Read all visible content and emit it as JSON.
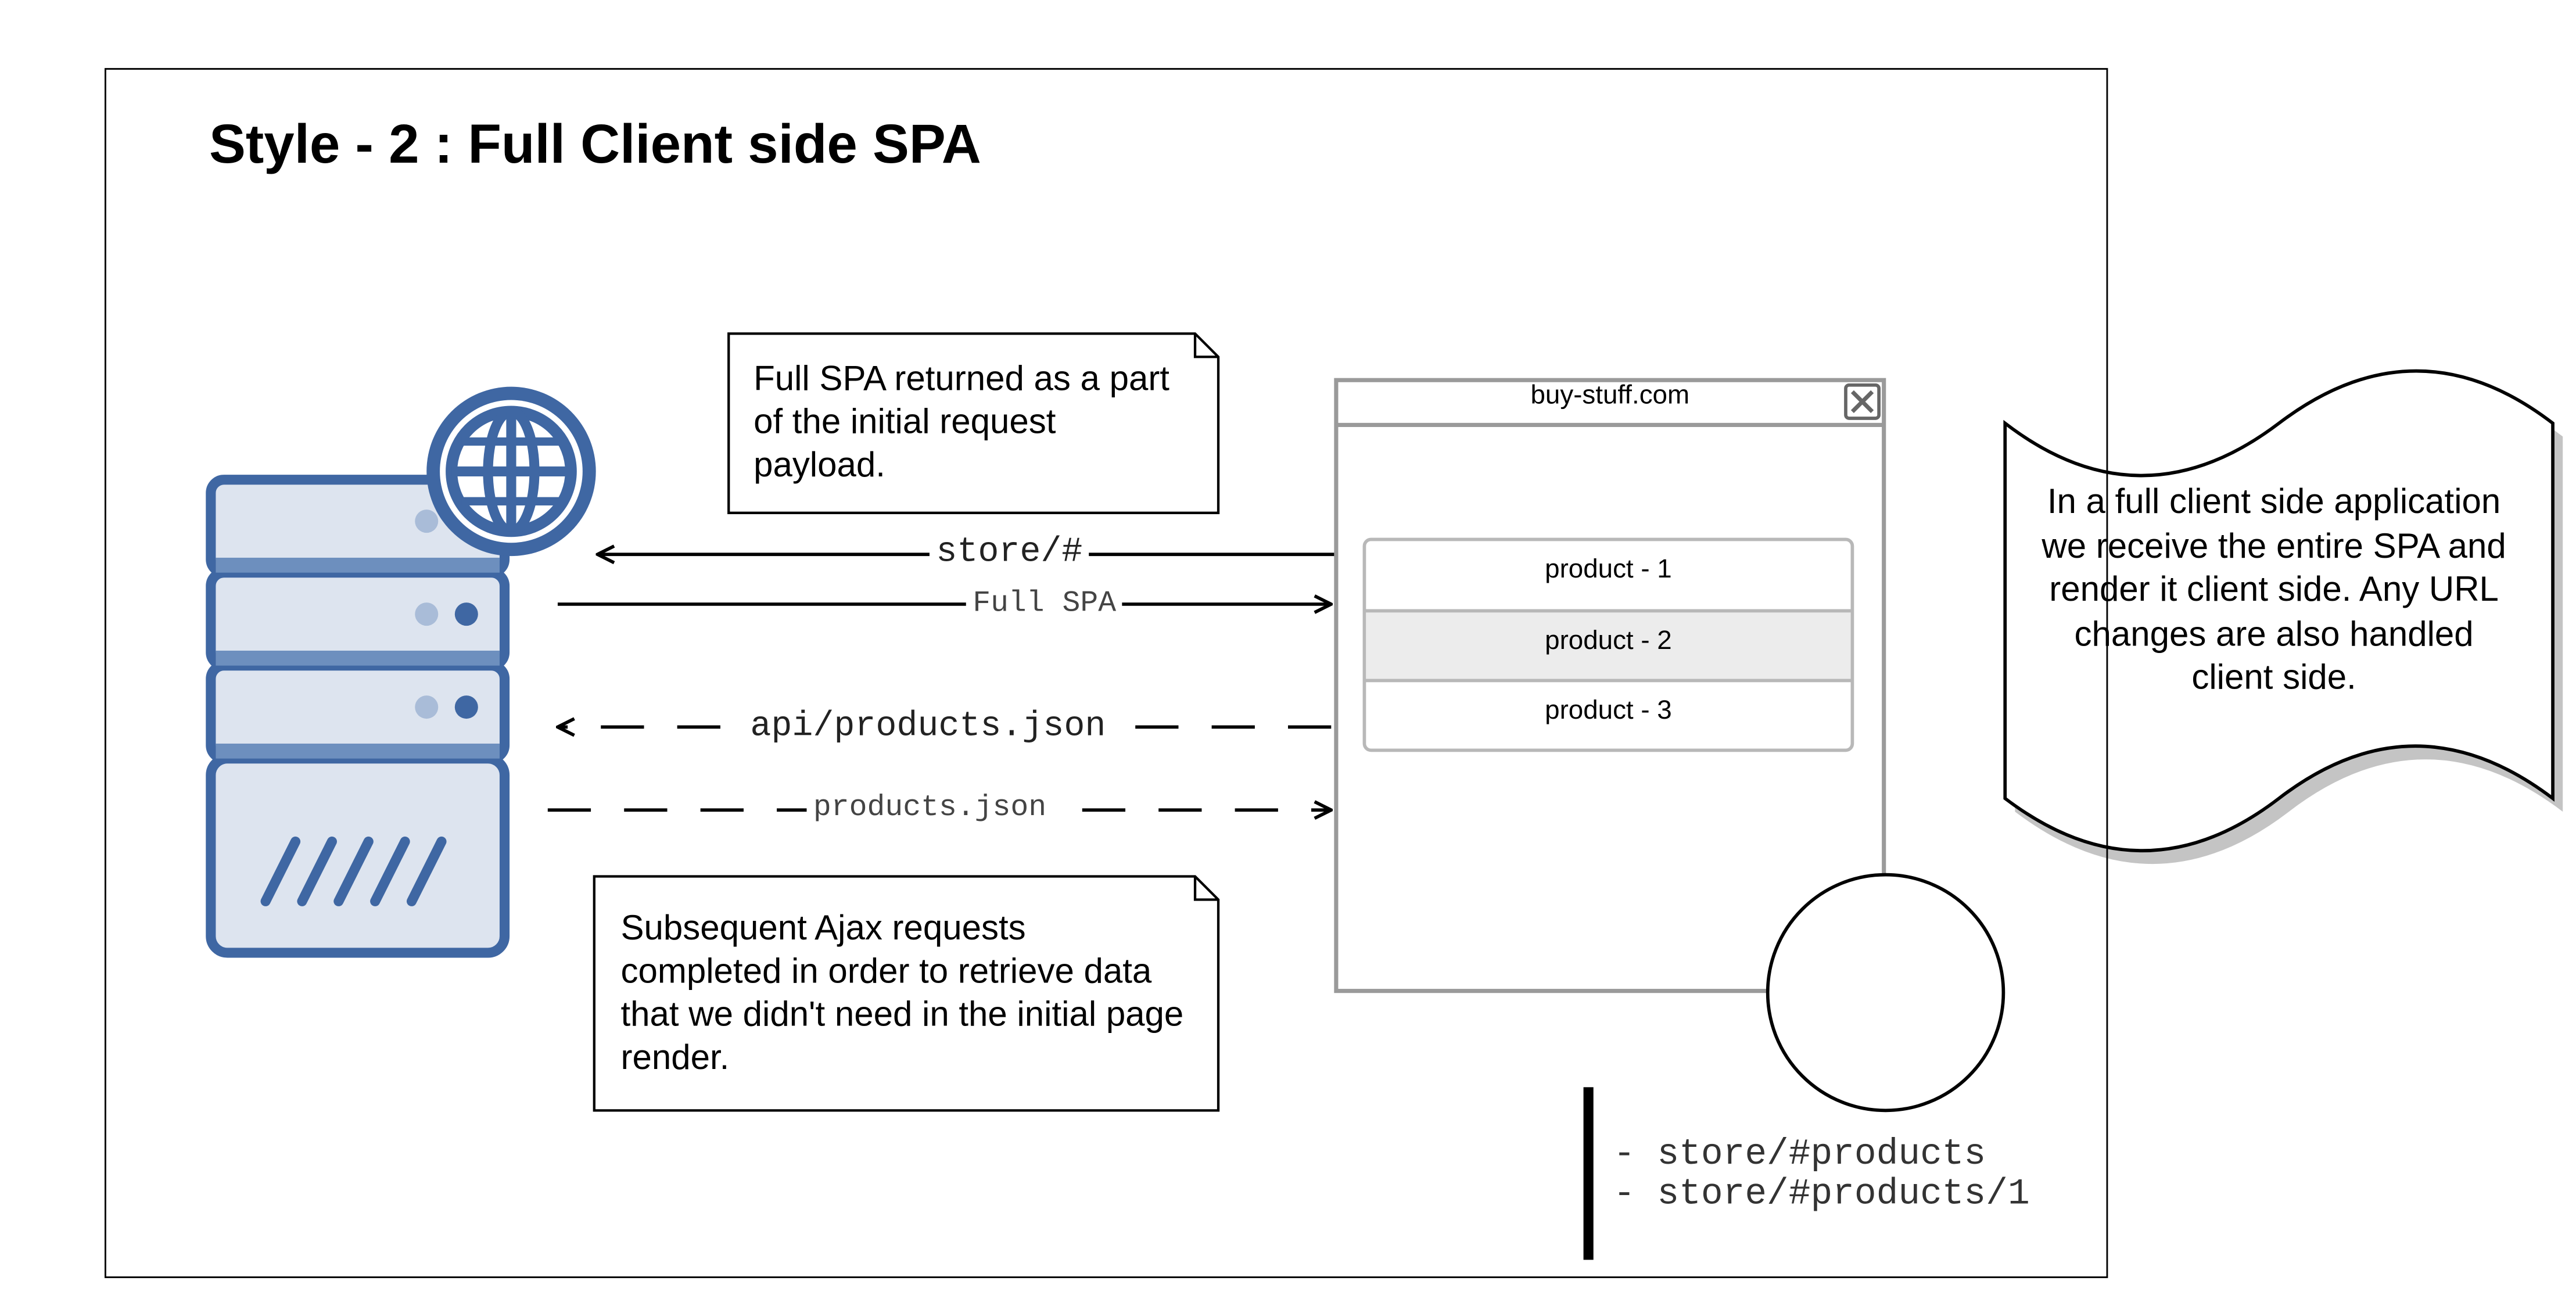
{
  "diagram": {
    "title": "Style - 2 : Full Client side SPA",
    "note_initial": "Full SPA returned as a part of the initial request payload.",
    "note_ajax": "Subsequent Ajax requests completed in order to retrieve data that we didn't need in the initial page render.",
    "browser": {
      "title": "buy-stuff.com",
      "products": [
        "product - 1",
        "product - 2",
        "product - 3"
      ]
    },
    "arrows": {
      "request_store": "store/#",
      "response_full_spa": "Full SPA",
      "request_api": "api/products.json",
      "response_products": "products.json"
    },
    "routes": [
      "- store/#products",
      "- store/#products/1"
    ],
    "explanation": "In a full client side application we receive the entire SPA and render it client side. Any URL changes are also handled client side.",
    "icons": [
      "server-icon",
      "globe-icon",
      "close-icon"
    ],
    "colors": {
      "server_blue": "#3f67a3",
      "server_fill": "#dde4ef",
      "server_band": "#6d8fbe",
      "selected_row": "#ececec",
      "stroke_gray": "#9a9a9a"
    }
  }
}
